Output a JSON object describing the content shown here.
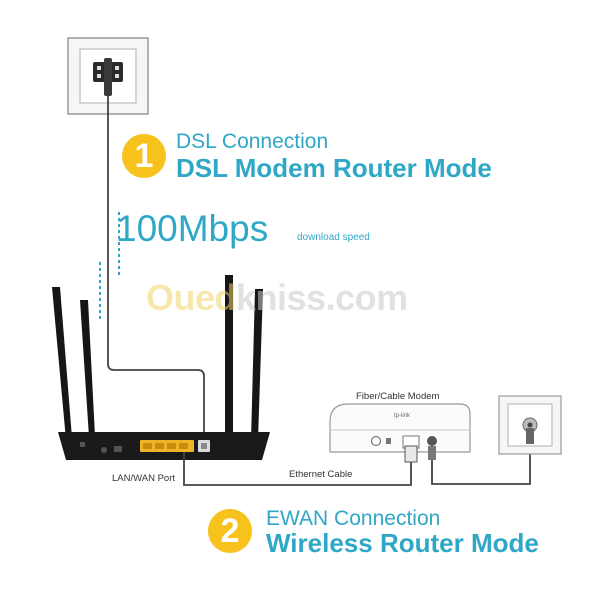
{
  "section_dsl": {
    "number": "1",
    "subtitle": "DSL Connection",
    "title": "DSL Modem Router Mode"
  },
  "speed": {
    "value": "100Mbps",
    "caption": "download speed"
  },
  "watermark": {
    "part1": "Oued",
    "part2": "kniss.com"
  },
  "modem": {
    "label": "Fiber/Cable Modem",
    "brand": "tp-link"
  },
  "labels": {
    "lan_wan_port": "LAN/WAN Port",
    "ethernet_cable": "Ethernet Cable"
  },
  "section_ewan": {
    "number": "2",
    "subtitle": "EWAN Connection",
    "title": "Wireless Router Mode"
  },
  "colors": {
    "accent": "#2fa7c6",
    "badge": "#f7c21b",
    "router": "#1a1a1a",
    "lan_ports": "#f0b429"
  }
}
